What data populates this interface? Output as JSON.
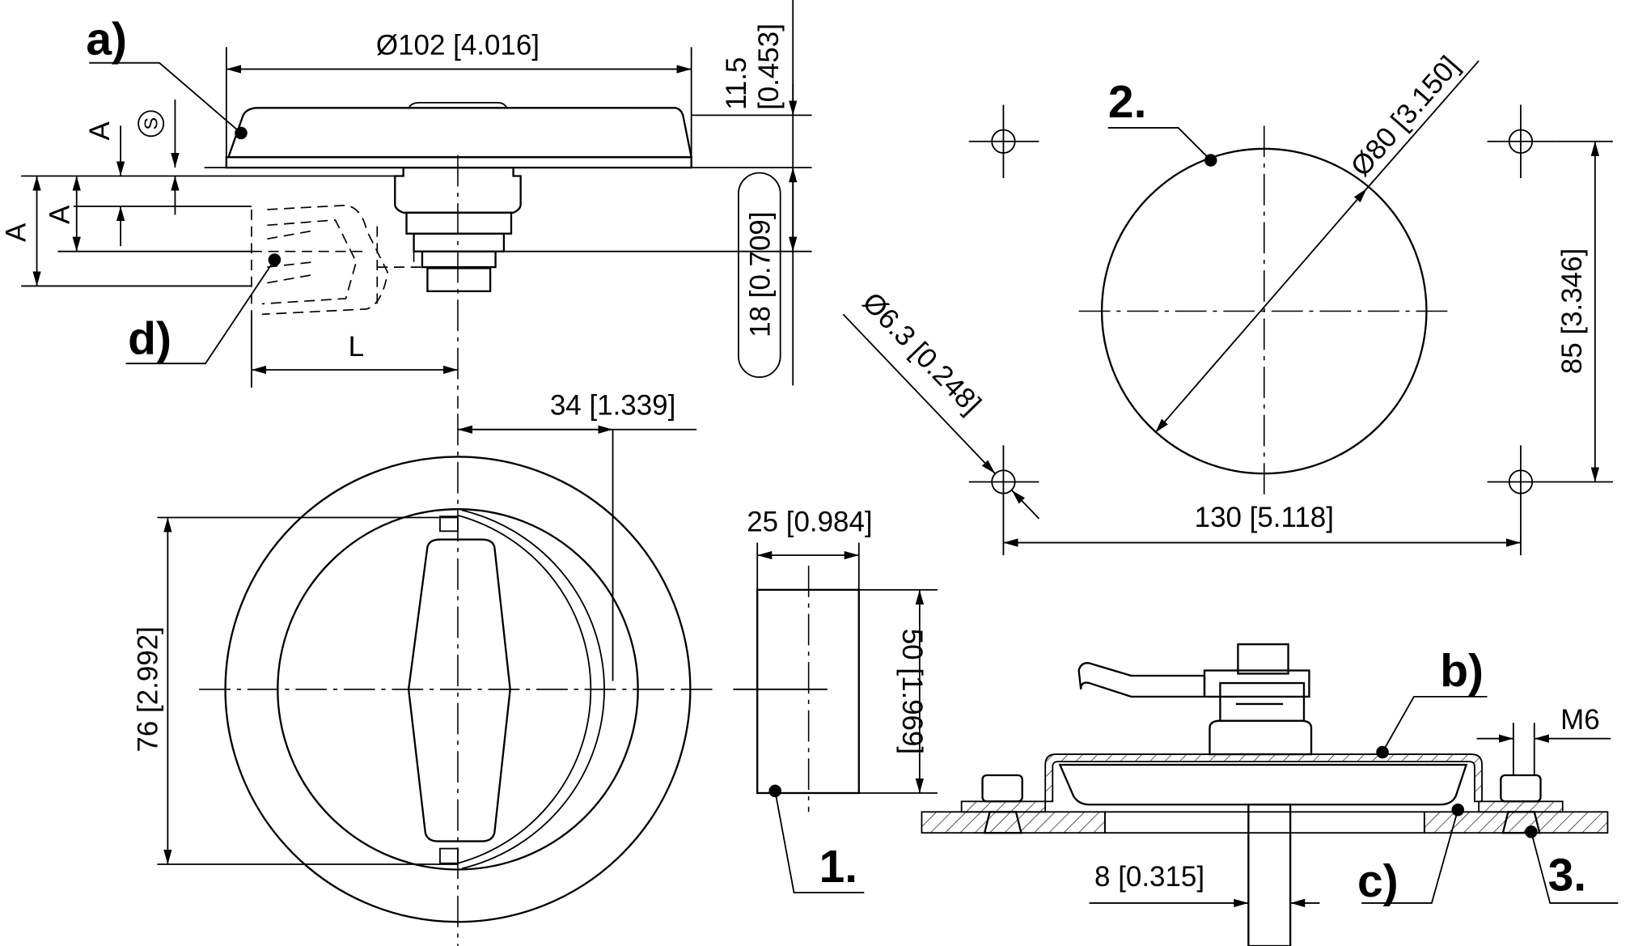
{
  "labels": {
    "a": "a)",
    "b": "b)",
    "c": "c)",
    "d": "d)",
    "one": "1.",
    "two": "2.",
    "three": "3."
  },
  "dimensions": {
    "knob_diameter": "Ø102 [4.016]",
    "knob_height": "11.5",
    "knob_height_in": "[0.453]",
    "body_height": "18 [0.709]",
    "offset_34": "34 [1.339]",
    "height_76": "76 [2.992]",
    "width_25": "25 [0.984]",
    "height_50": "50 [1.969]",
    "cutout_diameter": "Ø80 [3.150]",
    "hole_diameter": "Ø6.3 [0.248]",
    "hole_spacing_v": "85 [3.346]",
    "hole_spacing_h": "130 [5.118]",
    "thread": "M6",
    "shaft": "8 [0.315]",
    "a_mark": "A",
    "s_mark": "S",
    "l_mark": "L"
  }
}
